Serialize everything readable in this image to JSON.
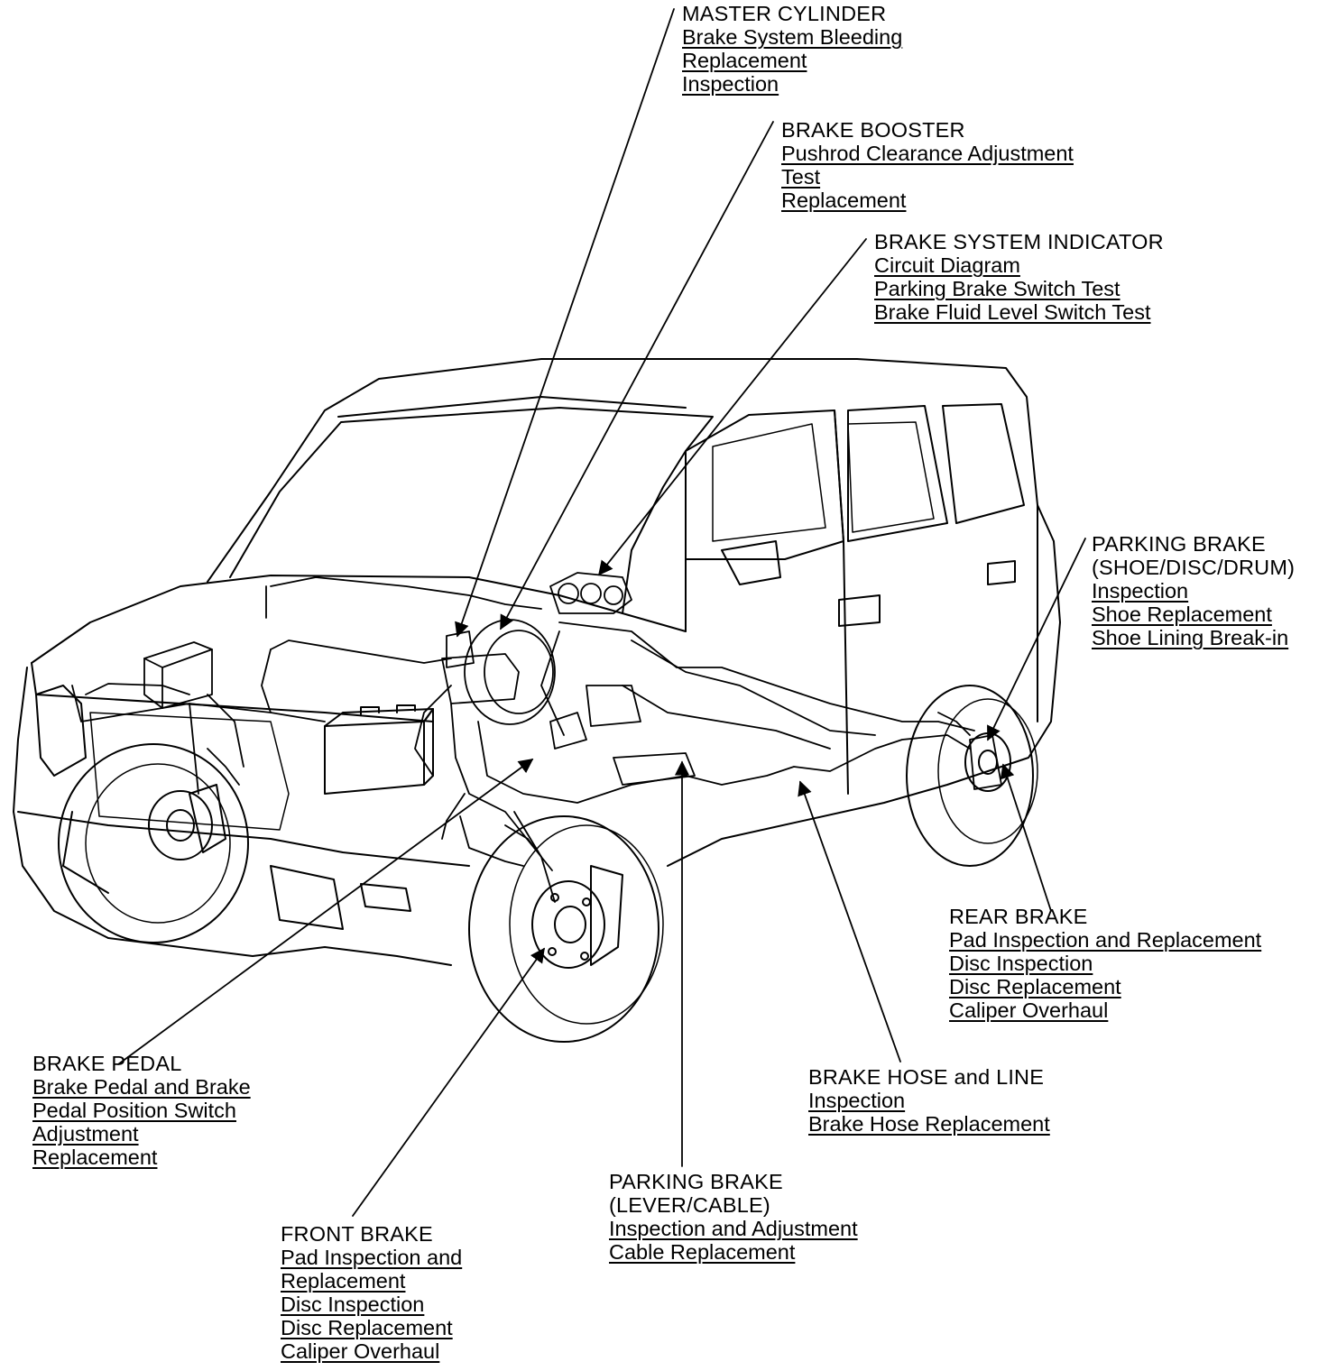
{
  "callouts": [
    {
      "id": "master-cylinder",
      "title": "MASTER CYLINDER",
      "links": [
        "Brake System Bleeding",
        "Replacement",
        "Inspection"
      ]
    },
    {
      "id": "brake-booster",
      "title": "BRAKE BOOSTER",
      "links": [
        "Pushrod Clearance Adjustment",
        "Test",
        "Replacement"
      ]
    },
    {
      "id": "brake-system-indicator",
      "title": "BRAKE SYSTEM INDICATOR",
      "links": [
        "Circuit Diagram",
        "Parking Brake Switch Test",
        "Brake Fluid Level Switch Test"
      ]
    },
    {
      "id": "parking-brake-shoe",
      "title": [
        "PARKING BRAKE",
        "(SHOE/DISC/DRUM)"
      ],
      "links": [
        "Inspection",
        "Shoe Replacement",
        "Shoe Lining Break-in"
      ]
    },
    {
      "id": "rear-brake",
      "title": "REAR BRAKE",
      "links": [
        "Pad Inspection and Replacement",
        "Disc Inspection",
        "Disc Replacement",
        "Caliper Overhaul"
      ]
    },
    {
      "id": "brake-hose-line",
      "title": "BRAKE HOSE and LINE",
      "links": [
        "Inspection",
        "Brake Hose Replacement"
      ]
    },
    {
      "id": "parking-brake-lever",
      "title": [
        "PARKING BRAKE",
        "(LEVER/CABLE)"
      ],
      "links": [
        "Inspection and Adjustment",
        "Cable Replacement"
      ]
    },
    {
      "id": "front-brake",
      "title": "FRONT BRAKE",
      "links": [
        "Pad Inspection and",
        "Replacement",
        "Disc Inspection",
        "Disc Replacement",
        "Caliper Overhaul"
      ]
    },
    {
      "id": "brake-pedal",
      "title": "BRAKE PEDAL",
      "links": [
        "Brake Pedal and Brake",
        "Pedal Position Switch",
        "Adjustment",
        "Replacement"
      ]
    }
  ]
}
